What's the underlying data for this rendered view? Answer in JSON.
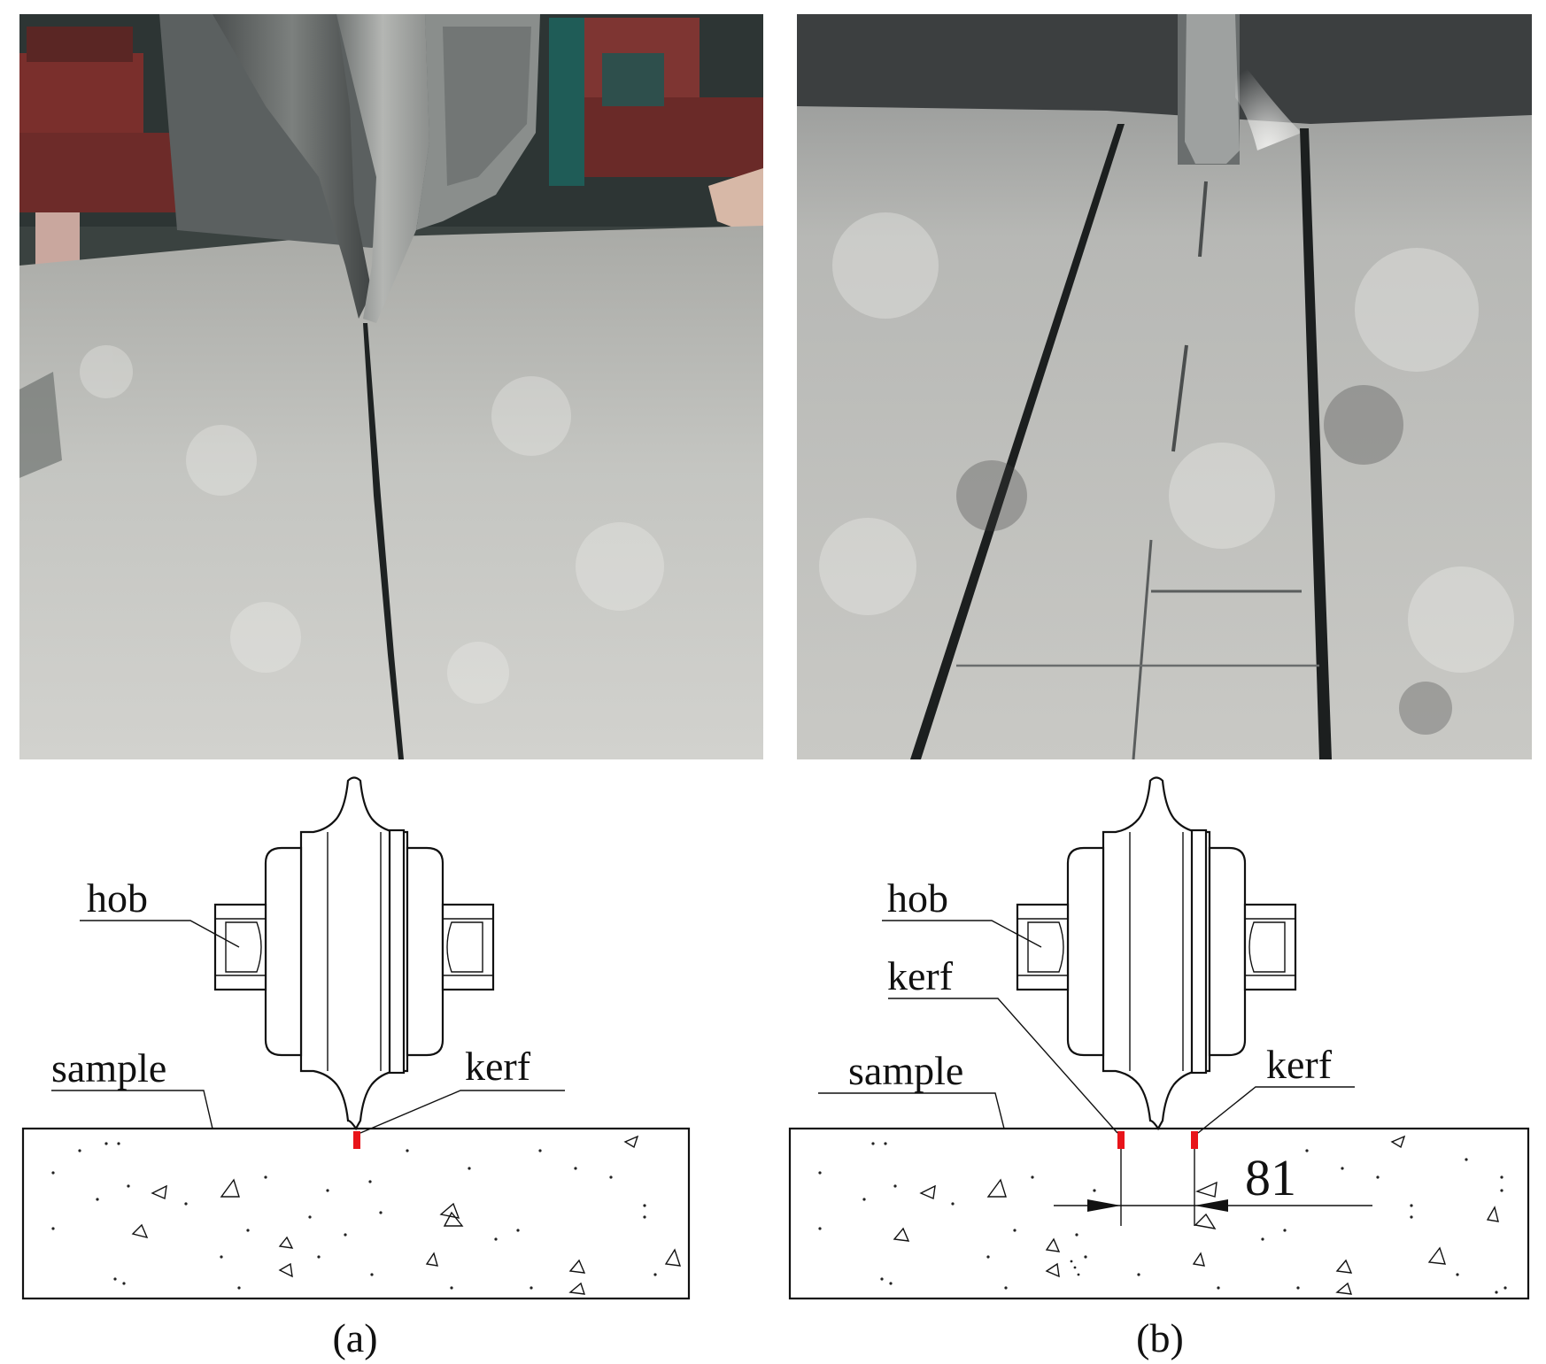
{
  "panel_a": {
    "label_hob": "hob",
    "label_sample": "sample",
    "label_kerf": "kerf",
    "caption": "(a)"
  },
  "panel_b": {
    "label_hob": "hob",
    "label_sample": "sample",
    "label_kerf_left": "kerf",
    "label_kerf_right": "kerf",
    "spacing_label": "81",
    "caption": "(b)"
  },
  "colors": {
    "kerf_mark": "#e8141a",
    "line_ink": "#111111",
    "photo_dust": "#c9c9c6",
    "photo_dark": "#2c2f30"
  }
}
